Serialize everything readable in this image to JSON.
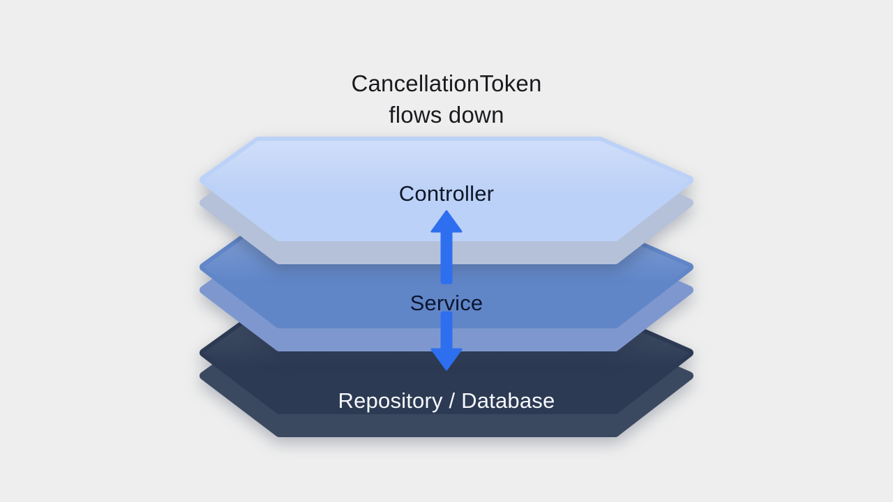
{
  "canvas": {
    "background_color": "#eeeeee"
  },
  "title": {
    "line1": "CancellationToken",
    "line2": "flows down",
    "color": "#1a1b1e"
  },
  "layers": [
    {
      "id": "controller",
      "label": "Controller",
      "top_color": "#bcd1f7",
      "side_color": "#b5c1d9",
      "label_color": "#0e1627"
    },
    {
      "id": "service",
      "label": "Service",
      "top_color": "#6186c8",
      "side_color": "#7e98cf",
      "label_color": "#0c1530"
    },
    {
      "id": "repository",
      "label": "Repository / Database",
      "top_color": "#2c3a53",
      "side_color": "#3b4960",
      "label_color": "#f7f9fc"
    }
  ],
  "arrow": {
    "name": "cancellation-token-flow",
    "direction": "bidirectional-vertical",
    "color": "#2e6ff0"
  }
}
